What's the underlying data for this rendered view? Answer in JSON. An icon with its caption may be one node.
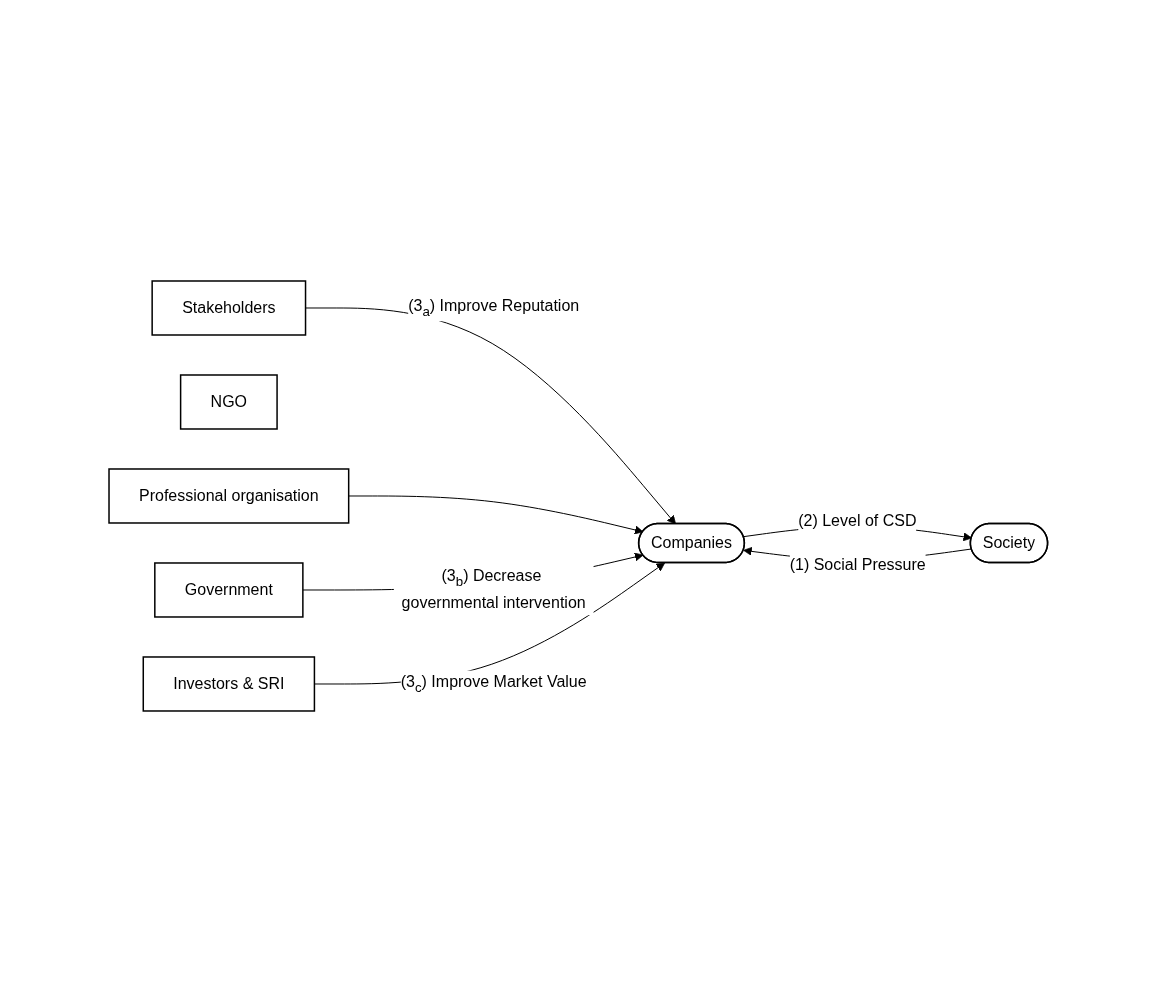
{
  "diagram": {
    "nodes": [
      {
        "text": [
          "Companies"
        ]
      },
      {
        "text": [
          "Society"
        ]
      },
      {
        "text": [
          "Stakeholders"
        ]
      },
      {
        "text": [
          "NGO"
        ]
      },
      {
        "text": [
          "Professional organisation"
        ]
      },
      {
        "text": [
          "Government"
        ]
      },
      {
        "text": [
          "Investors & SRI"
        ]
      }
    ],
    "edges": [
      {
        "from": 1,
        "to": 0,
        "arrow": "to",
        "label": "(1) Social Pressure"
      },
      {
        "from": 0,
        "to": 1,
        "arrow": "to",
        "label": "(2) Level of CSD"
      },
      {
        "from": 2,
        "to": 0,
        "arrow": "to",
        "label": "(3$_{a}$) Improve Reputation"
      },
      {
        "from": 4,
        "to": 0,
        "arrow": "to"
      },
      {
        "from": 5,
        "to": 0,
        "arrow": "to",
        "label": "(3$_{b}$) Decrease governmental intervention"
      },
      {
        "from": 6,
        "to": 0,
        "arrow": "to",
        "label": "(3$_{c}$) Improve Market Value"
      }
    ]
  }
}
